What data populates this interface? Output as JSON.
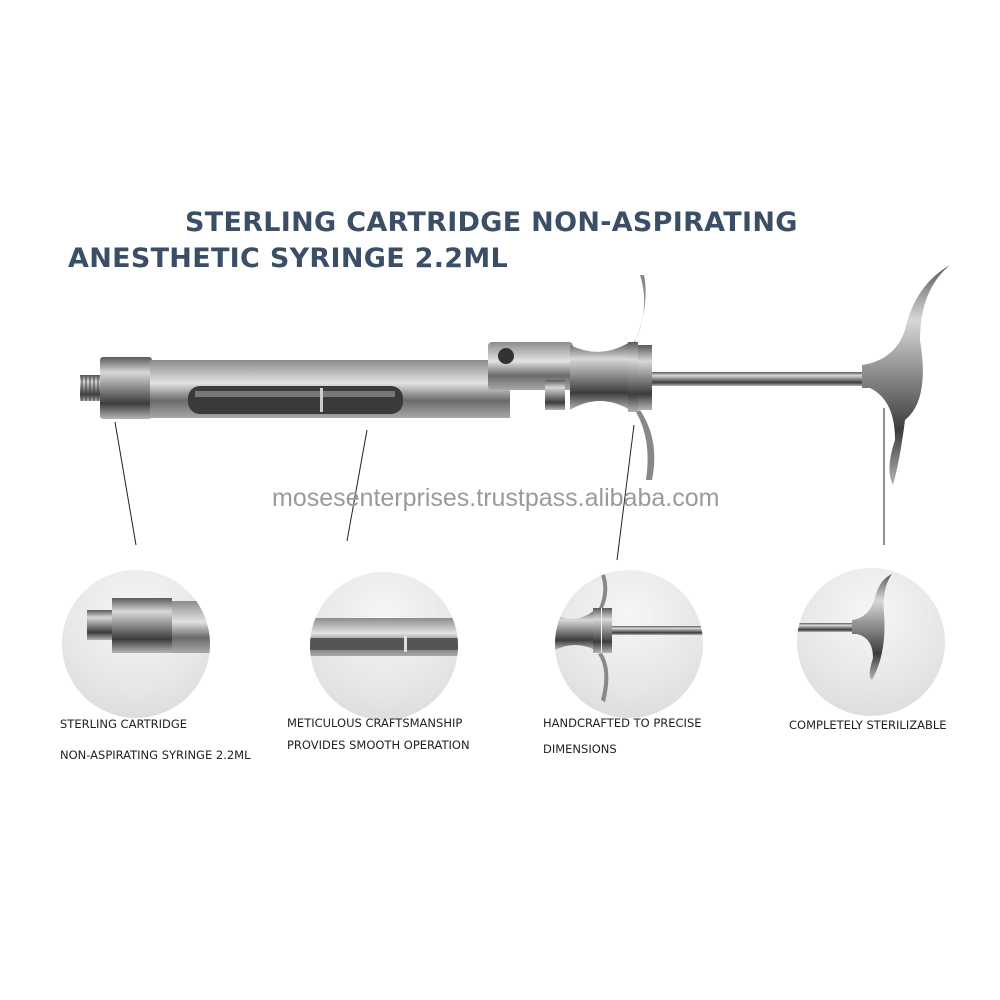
{
  "title": {
    "line1": "STERLING CARTRIDGE NON-ASPIRATING",
    "line2": "ANESTHETIC SYRINGE 2.2ML",
    "color": "#3a4e66"
  },
  "watermark": "mosesenterprises.trustpass.alibaba.com",
  "features": [
    {
      "line1": "STERLING CARTRIDGE",
      "line2": "NON-ASPIRATING SYRINGE 2.2ML",
      "image": "threaded-tip-closeup"
    },
    {
      "line1": "METICULOUS CRAFTSMANSHIP",
      "line2": "PROVIDES SMOOTH OPERATION",
      "image": "barrel-window-closeup"
    },
    {
      "line1": "HANDCRAFTED TO PRECISE",
      "line2": "DIMENSIONS",
      "image": "finger-grip-closeup"
    },
    {
      "line1": "COMPLETELY STERILIZABLE",
      "line2": "",
      "image": "thumb-ring-closeup"
    }
  ]
}
